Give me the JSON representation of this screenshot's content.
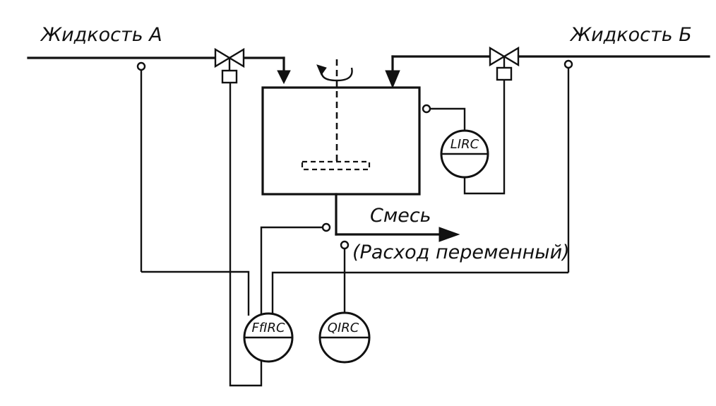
{
  "streams": {
    "liquid_a": "Жидкость А",
    "liquid_b": "Жидкость Б",
    "mixture": "Смесь",
    "mixture_note": "(Расход переменный)"
  },
  "instruments": {
    "level": "LIRC",
    "flow_ratio": "FfIRC",
    "quality": "QIRC"
  }
}
